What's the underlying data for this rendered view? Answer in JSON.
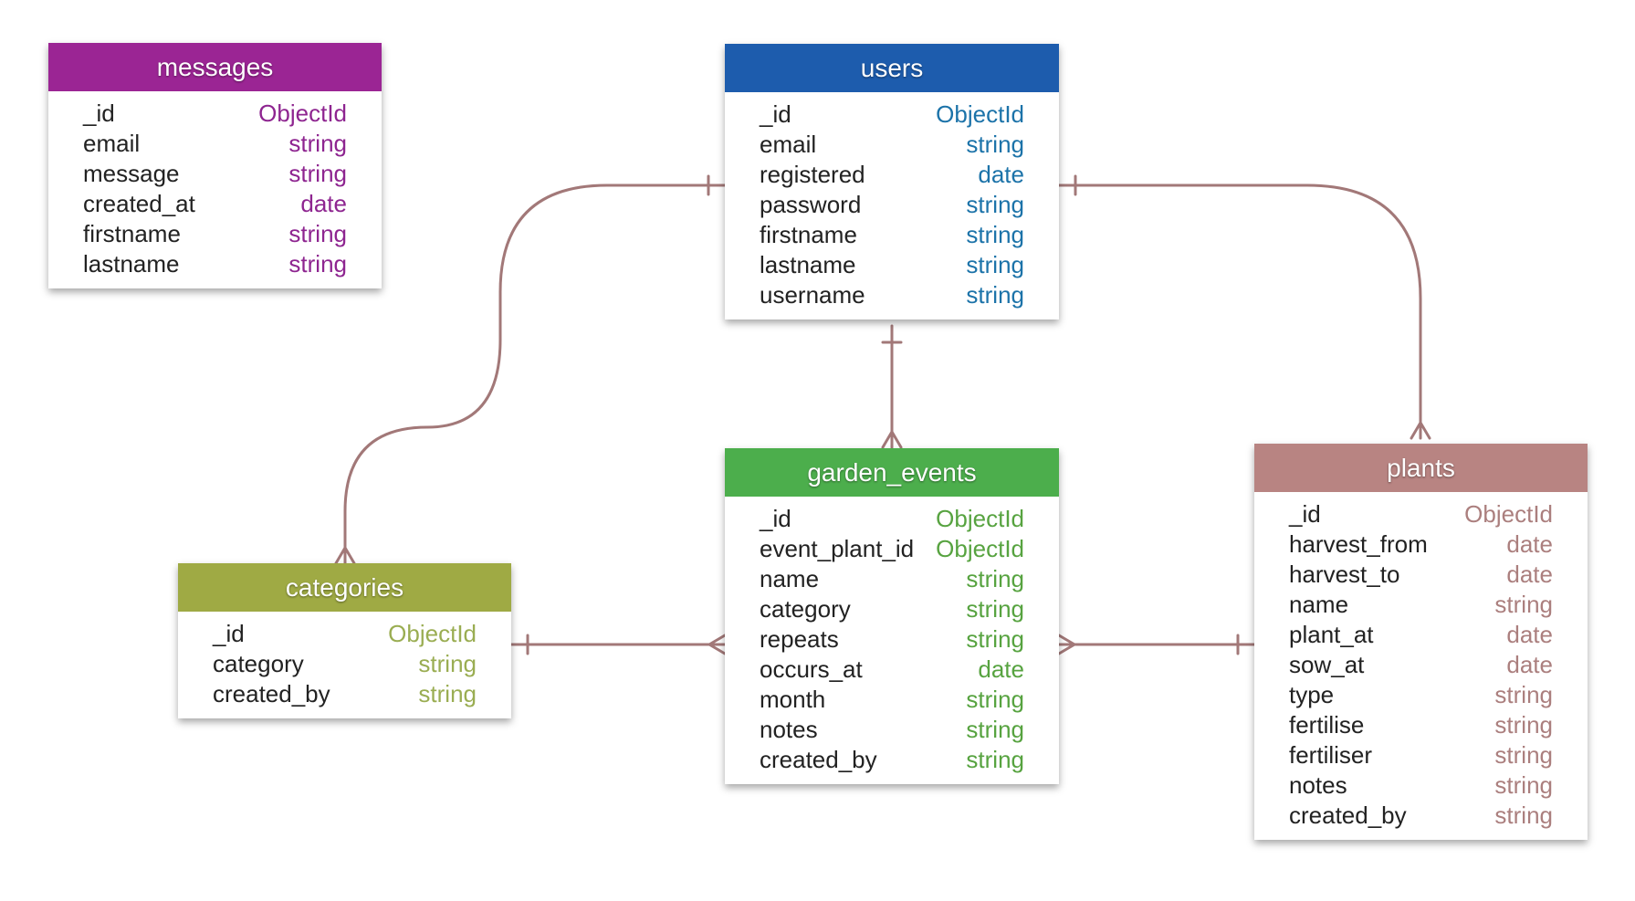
{
  "colors": {
    "messages": "#9b2594",
    "users": "#1d5cad",
    "garden_events": "#4cae4c",
    "categories": "#9faa44",
    "plants": "#b88482",
    "messages_type": "#8e2590",
    "users_type": "#1c73a9",
    "garden_events_type": "#57a340",
    "categories_type": "#9aad52",
    "plants_type": "#ab7f7e",
    "connector": "#a27878"
  },
  "tables": {
    "messages": {
      "title": "messages",
      "fields": [
        {
          "name": "_id",
          "type": "ObjectId"
        },
        {
          "name": "email",
          "type": "string"
        },
        {
          "name": "message",
          "type": "string"
        },
        {
          "name": "created_at",
          "type": "date"
        },
        {
          "name": "firstname",
          "type": "string"
        },
        {
          "name": "lastname",
          "type": "string"
        }
      ]
    },
    "users": {
      "title": "users",
      "fields": [
        {
          "name": "_id",
          "type": "ObjectId"
        },
        {
          "name": "email",
          "type": "string"
        },
        {
          "name": "registered",
          "type": "date"
        },
        {
          "name": "password",
          "type": "string"
        },
        {
          "name": "firstname",
          "type": "string"
        },
        {
          "name": "lastname",
          "type": "string"
        },
        {
          "name": "username",
          "type": "string"
        }
      ]
    },
    "garden_events": {
      "title": "garden_events",
      "fields": [
        {
          "name": "_id",
          "type": "ObjectId"
        },
        {
          "name": "event_plant_id",
          "type": "ObjectId"
        },
        {
          "name": "name",
          "type": "string"
        },
        {
          "name": "category",
          "type": "string"
        },
        {
          "name": "repeats",
          "type": "string"
        },
        {
          "name": "occurs_at",
          "type": "date"
        },
        {
          "name": "month",
          "type": "string"
        },
        {
          "name": "notes",
          "type": "string"
        },
        {
          "name": "created_by",
          "type": "string"
        }
      ]
    },
    "categories": {
      "title": "categories",
      "fields": [
        {
          "name": "_id",
          "type": "ObjectId"
        },
        {
          "name": "category",
          "type": "string"
        },
        {
          "name": "created_by",
          "type": "string"
        }
      ]
    },
    "plants": {
      "title": "plants",
      "fields": [
        {
          "name": "_id",
          "type": "ObjectId"
        },
        {
          "name": "harvest_from",
          "type": "date"
        },
        {
          "name": "harvest_to",
          "type": "date"
        },
        {
          "name": "name",
          "type": "string"
        },
        {
          "name": "plant_at",
          "type": "date"
        },
        {
          "name": "sow_at",
          "type": "date"
        },
        {
          "name": "type",
          "type": "string"
        },
        {
          "name": "fertilise",
          "type": "string"
        },
        {
          "name": "fertiliser",
          "type": "string"
        },
        {
          "name": "notes",
          "type": "string"
        },
        {
          "name": "created_by",
          "type": "string"
        }
      ]
    }
  },
  "relationships": [
    {
      "from": "users",
      "to": "categories",
      "from_end": "one",
      "to_end": "many"
    },
    {
      "from": "users",
      "to": "plants",
      "from_end": "one",
      "to_end": "many"
    },
    {
      "from": "users",
      "to": "garden_events",
      "from_end": "one",
      "to_end": "many"
    },
    {
      "from": "categories",
      "to": "garden_events",
      "from_end": "one",
      "to_end": "many"
    },
    {
      "from": "plants",
      "to": "garden_events",
      "from_end": "one",
      "to_end": "many"
    }
  ]
}
